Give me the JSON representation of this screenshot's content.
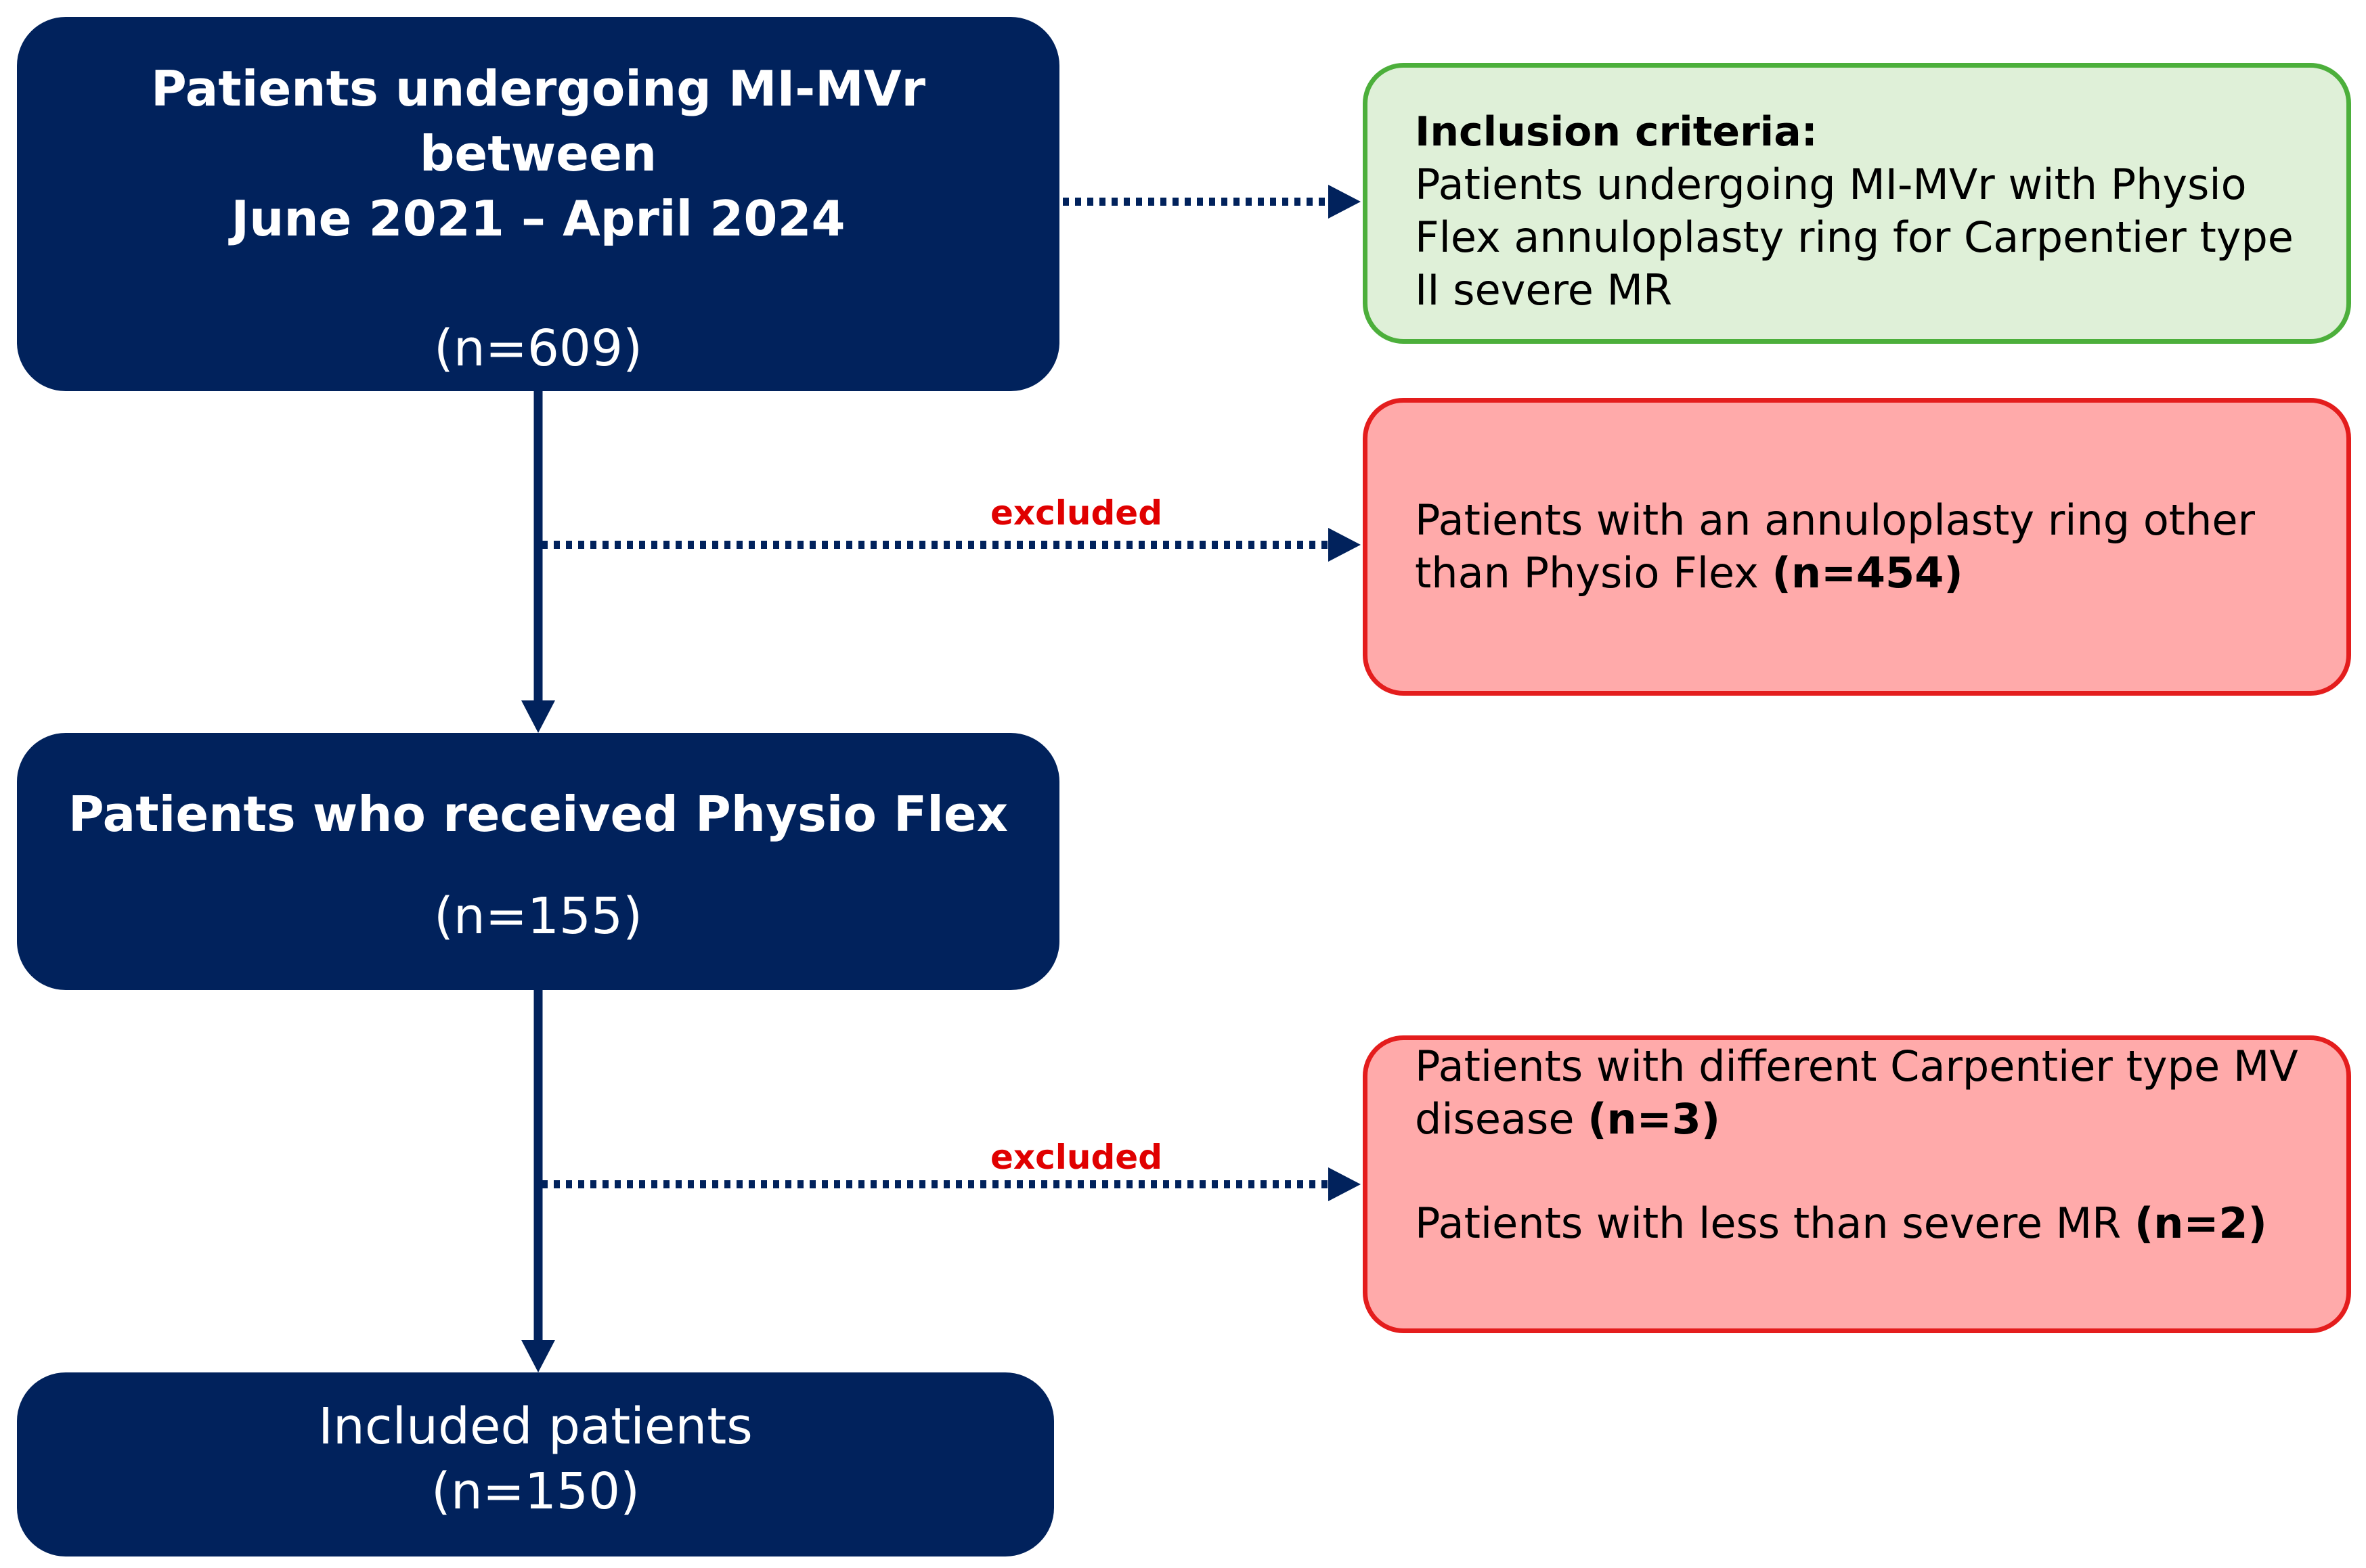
{
  "colors": {
    "dark_box": "#01225c",
    "green_fill": "#dff0d8",
    "green_border": "#4caf3b",
    "red_fill": "#ffaaaa",
    "red_border": "#e41d1d",
    "excluded_text": "#e00000"
  },
  "box1": {
    "line1": "Patients undergoing  MI-MVr",
    "line2": "between",
    "line3": "June 2021 – April 2024",
    "count": "(n=609)"
  },
  "box2": {
    "title": "Patients who received Physio Flex",
    "count": "(n=155)"
  },
  "box3": {
    "title": "Included patients",
    "count": "(n=150)"
  },
  "inclusion": {
    "heading": "Inclusion criteria:",
    "text": "Patients undergoing MI-MVr with Physio Flex annuloplasty ring for Carpentier type II severe MR"
  },
  "exclusion1": {
    "text": "Patients with an annuloplasty ring other than Physio Flex ",
    "count": "(n=454)"
  },
  "exclusion2": {
    "line1_text": "Patients with different Carpentier type MV disease ",
    "line1_count": "(n=3)",
    "line2_text": "Patients with less than severe MR ",
    "line2_count": "(n=2)"
  },
  "labels": {
    "excluded_1": "excluded",
    "excluded_2": "excluded"
  }
}
